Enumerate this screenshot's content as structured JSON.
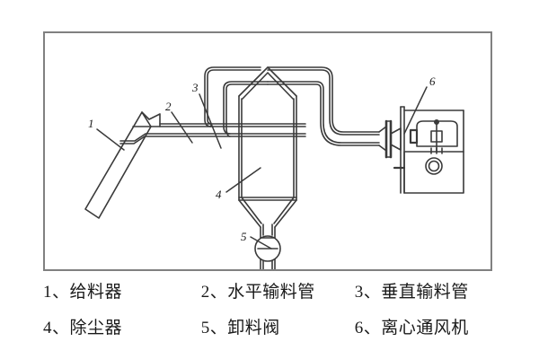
{
  "figure": {
    "title": "",
    "type": "pneumatic-conveying-system-diagram",
    "stroke_color": "#3a3a3a",
    "frame_color": "#808080",
    "background": "#ffffff"
  },
  "callouts": [
    {
      "id": "1",
      "label": "1"
    },
    {
      "id": "2",
      "label": "2"
    },
    {
      "id": "3",
      "label": "3"
    },
    {
      "id": "4",
      "label": "4"
    },
    {
      "id": "5",
      "label": "5"
    },
    {
      "id": "6",
      "label": "6"
    }
  ],
  "legend": {
    "rows": [
      [
        {
          "number": "1",
          "name": "给料器",
          "text": "1、给料器"
        },
        {
          "number": "2",
          "name": "水平输料管",
          "text": "2、水平输料管"
        },
        {
          "number": "3",
          "name": "垂直输料管",
          "text": "3、垂直输料管"
        }
      ],
      [
        {
          "number": "4",
          "name": "除尘器",
          "text": "4、除尘器"
        },
        {
          "number": "5",
          "name": "卸料阀",
          "text": "5、卸料阀"
        },
        {
          "number": "6",
          "name": "离心通风机",
          "text": "6、离心通风机"
        }
      ]
    ]
  }
}
